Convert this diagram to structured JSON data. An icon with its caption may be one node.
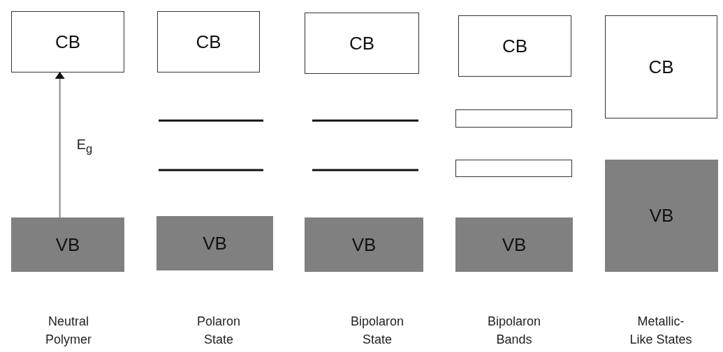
{
  "diagram": {
    "nodes": [
      {
        "text": [
          "CB"
        ]
      },
      {
        "text": [
          "CB"
        ]
      },
      {
        "text": [
          "CB"
        ]
      },
      {
        "text": [
          "CB"
        ]
      },
      {
        "text": [
          "CB"
        ]
      },
      {
        "text": [],
        "shape": "box"
      },
      {
        "text": [],
        "shape": "box"
      },
      {
        "text": [
          "VB"
        ]
      },
      {
        "text": [
          "VB"
        ]
      },
      {
        "text": [
          "VB"
        ]
      },
      {
        "text": [
          "VB"
        ]
      },
      {
        "text": [
          "VB"
        ]
      }
    ],
    "edges": [
      {
        "from": 7,
        "to": 0,
        "arrow": "to",
        "label": "E$_{g}$"
      }
    ],
    "labels": [
      "Neutral Polymer",
      "Polaron State",
      "Bipolaron State",
      "Bipolaron Bands",
      "Metallic-Like States"
    ]
  }
}
